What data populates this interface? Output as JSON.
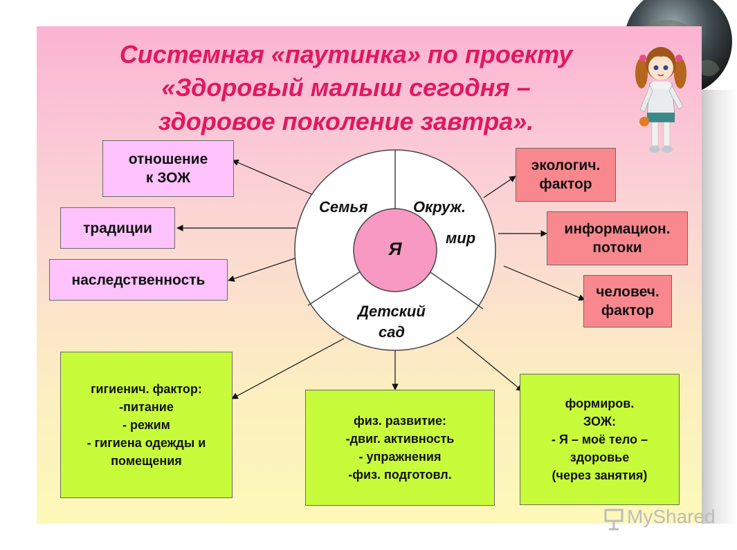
{
  "title": {
    "line1": "Системная «паутинка» по проекту",
    "line2": "«Здоровый малыш сегодня –",
    "line3": "здоровое поколение завтра»."
  },
  "center": {
    "label": "Я",
    "segments": {
      "family": "Семья",
      "env_line1": "Окруж.",
      "env_line2": "мир",
      "kg_line1": "Детский",
      "kg_line2": "сад"
    }
  },
  "left_boxes": [
    {
      "lines": [
        "отношение",
        "к ЗОЖ"
      ]
    },
    {
      "lines": [
        "традиции"
      ]
    },
    {
      "lines": [
        "наследственность"
      ]
    }
  ],
  "right_boxes": [
    {
      "lines": [
        "экологич.",
        "фактор"
      ]
    },
    {
      "lines": [
        "информацион.",
        "потоки"
      ]
    },
    {
      "lines": [
        "человеч.",
        "фактор"
      ]
    }
  ],
  "bottom_boxes": [
    {
      "lines": [
        "гигиенич. фактор:",
        "-питание",
        "- режим",
        "- гигиена одежды и",
        "помещения"
      ]
    },
    {
      "lines": [
        "физ. развитие:",
        "-двиг. активность",
        "- упражнения",
        "-физ. подготовл."
      ]
    },
    {
      "lines": [
        "формиров.",
        "ЗОЖ:",
        "- Я – моё тело –",
        "здоровье",
        "(через занятия)"
      ]
    }
  ],
  "watermark": {
    "text": "MyShared"
  },
  "colors": {
    "title": "#e2175f",
    "left_box": "#fec2fd",
    "right_box": "#f9888e",
    "bottom_box": "#c8fb3a",
    "center_circle": "#f799c2"
  }
}
